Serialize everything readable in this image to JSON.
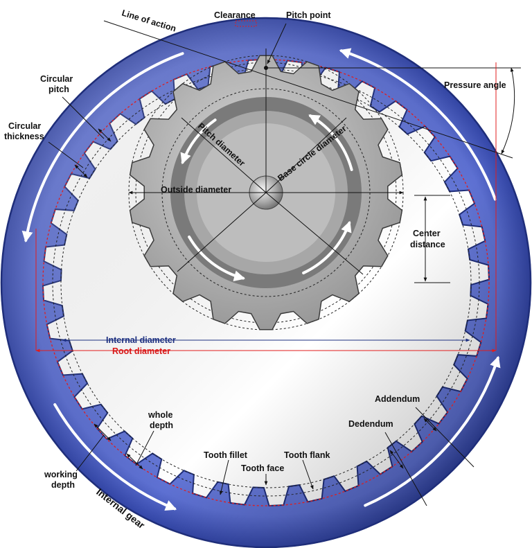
{
  "labels": {
    "line_of_action": "Line of action",
    "clearance": "Clearance",
    "pitch_point": "Pitch point",
    "pressure_angle": "Pressure angle",
    "circular_pitch_1": "Circular",
    "circular_pitch_2": "pitch",
    "circular_thickness_1": "Circular",
    "circular_thickness_2": "thickness",
    "pitch_diameter": "Pitch diameter",
    "base_circle_diameter": "Base circle diameter",
    "outside_diameter": "Outside diameter",
    "center_distance_1": "Center",
    "center_distance_2": "distance",
    "internal_diameter": "Internal diameter",
    "root_diameter": "Root diameter",
    "addendum": "Addendum",
    "dedendum": "Dedendum",
    "whole_depth_1": "whole",
    "whole_depth_2": "depth",
    "working_depth_1": "working",
    "working_depth_2": "depth",
    "tooth_fillet": "Tooth fillet",
    "tooth_flank": "Tooth flank",
    "tooth_face": "Tooth face",
    "internal_gear": "Internal gear"
  },
  "colors": {
    "ring_blue": "#4a5fc4",
    "ring_light": "#7f91e4",
    "ring_dark": "#253585",
    "tooth_blue": "#5d6fc8",
    "gear_gray": "#b5b5b5",
    "gear_dark": "#7a7a7a",
    "gear_mid": "#a7a7a7",
    "gear_hub": "#bdbdbd",
    "root_red": "#e21c1c",
    "internal_navy": "#1c2f80",
    "dashed": "#222222",
    "arrow_white": "#ffffff"
  },
  "gear_specs": {
    "internal_gear_teeth": 36,
    "pinion_teeth": 18
  }
}
